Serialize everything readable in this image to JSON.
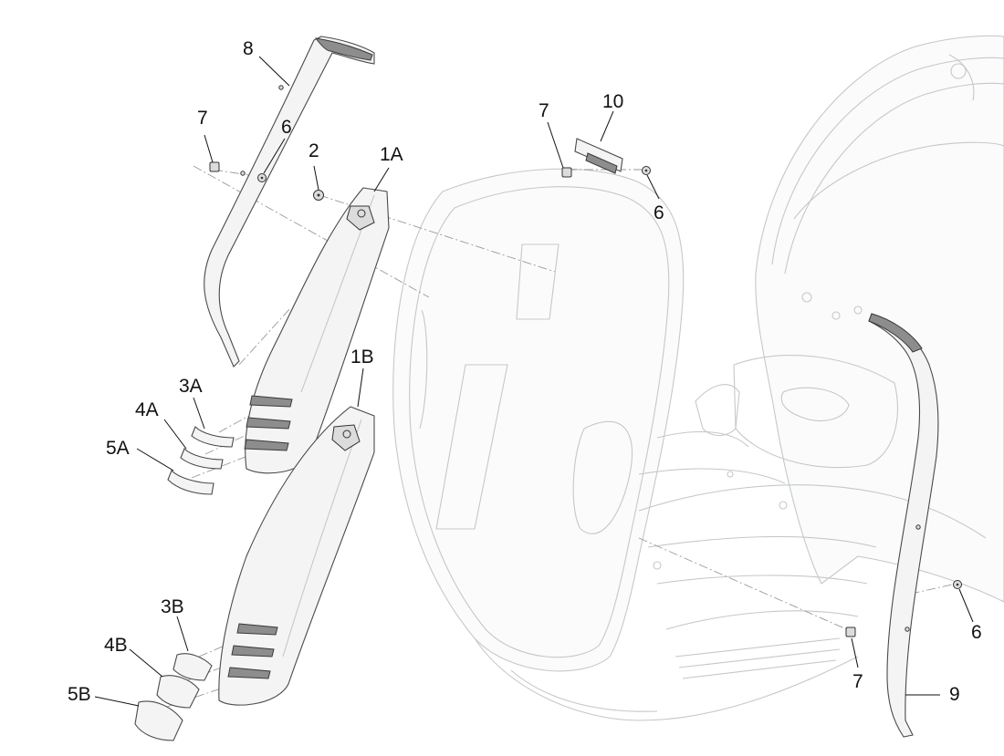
{
  "callouts": {
    "c8": "8",
    "c7a": "7",
    "c6a": "6",
    "c2": "2",
    "c1a": "1A",
    "c7b": "7",
    "c10": "10",
    "c6b": "6",
    "c3a": "3A",
    "c4a": "4A",
    "c5a": "5A",
    "c1b": "1B",
    "c3b": "3B",
    "c4b": "4B",
    "c5b": "5B",
    "c6c": "6",
    "c7c": "7",
    "c9": "9"
  }
}
